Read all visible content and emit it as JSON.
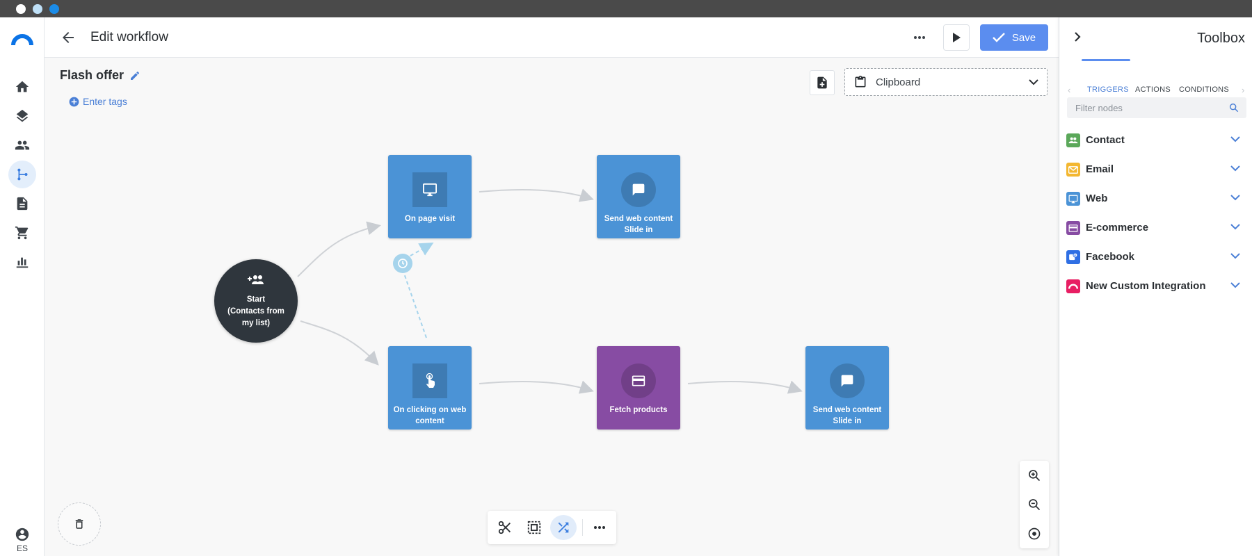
{
  "window": {
    "dots": [
      "#ffffff",
      "#bfe0f7",
      "#1b8ce8"
    ]
  },
  "header": {
    "title": "Edit workflow",
    "save_label": "Save"
  },
  "canvas": {
    "workflow_name": "Flash offer",
    "tags_label": "Enter tags",
    "clipboard_label": "Clipboard"
  },
  "nodes": {
    "start": {
      "line1": "Start",
      "line2": "(Contacts from my list)"
    },
    "page_visit": {
      "label": "On page visit"
    },
    "send_web_1": {
      "line1": "Send web content",
      "line2": "Slide in"
    },
    "click_web": {
      "label": "On clicking on web content"
    },
    "fetch": {
      "label": "Fetch products"
    },
    "send_web_2": {
      "line1": "Send web content",
      "line2": "Slide in"
    }
  },
  "sidebar": {
    "lang": "ES"
  },
  "toolbox": {
    "title": "Toolbox",
    "tabs": [
      "TRIGGERS",
      "ACTIONS",
      "CONDITIONS"
    ],
    "filter_placeholder": "Filter nodes",
    "categories": [
      {
        "name": "Contact",
        "color": "#5ba85a",
        "icon": "contact-icon"
      },
      {
        "name": "Email",
        "color": "#f3b731",
        "icon": "email-icon"
      },
      {
        "name": "Web",
        "color": "#4b93d6",
        "icon": "web-icon"
      },
      {
        "name": "E-commerce",
        "color": "#874ca3",
        "icon": "ecommerce-icon"
      },
      {
        "name": "Facebook",
        "color": "#2f6fe4",
        "icon": "facebook-icon"
      },
      {
        "name": "New Custom Integration",
        "color": "#e81e63",
        "icon": "integration-icon"
      }
    ]
  },
  "colors": {
    "accent": "#5b8def",
    "web_node": "#4b93d6",
    "ecommerce_node": "#874ca3",
    "start_node": "#2f363d"
  }
}
